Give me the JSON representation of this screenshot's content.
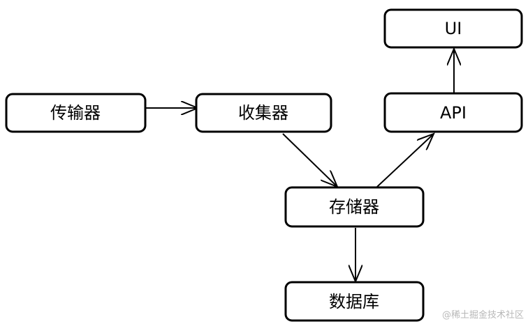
{
  "nodes": {
    "transmitter": "传输器",
    "collector": "收集器",
    "storage": "存储器",
    "database": "数据库",
    "api": "API",
    "ui": "UI"
  },
  "watermark": "@稀土掘金技术社区"
}
